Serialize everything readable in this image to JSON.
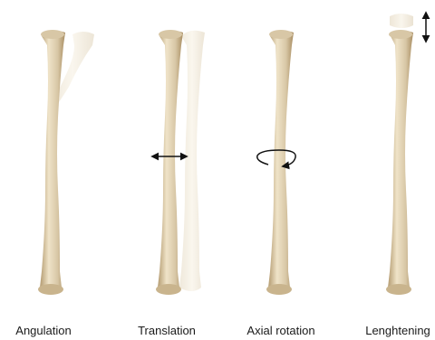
{
  "captions": {
    "angulation": "Angulation",
    "translation": "Translation",
    "axial_rotation": "Axial rotation",
    "lengthening": "Lenghtening"
  },
  "colors": {
    "bone": "#d8c7a6",
    "bone_shadow": "#b39a6f",
    "bone_highlight": "#efe3c8",
    "ghost_bone": "#e9dfcc",
    "arrow": "#111111"
  },
  "icons": {
    "translation_arrow": "double-headed-horizontal-arrow",
    "rotation_arrow": "circular-rotation-arrow",
    "lengthening_arrow": "double-headed-vertical-arrow"
  }
}
